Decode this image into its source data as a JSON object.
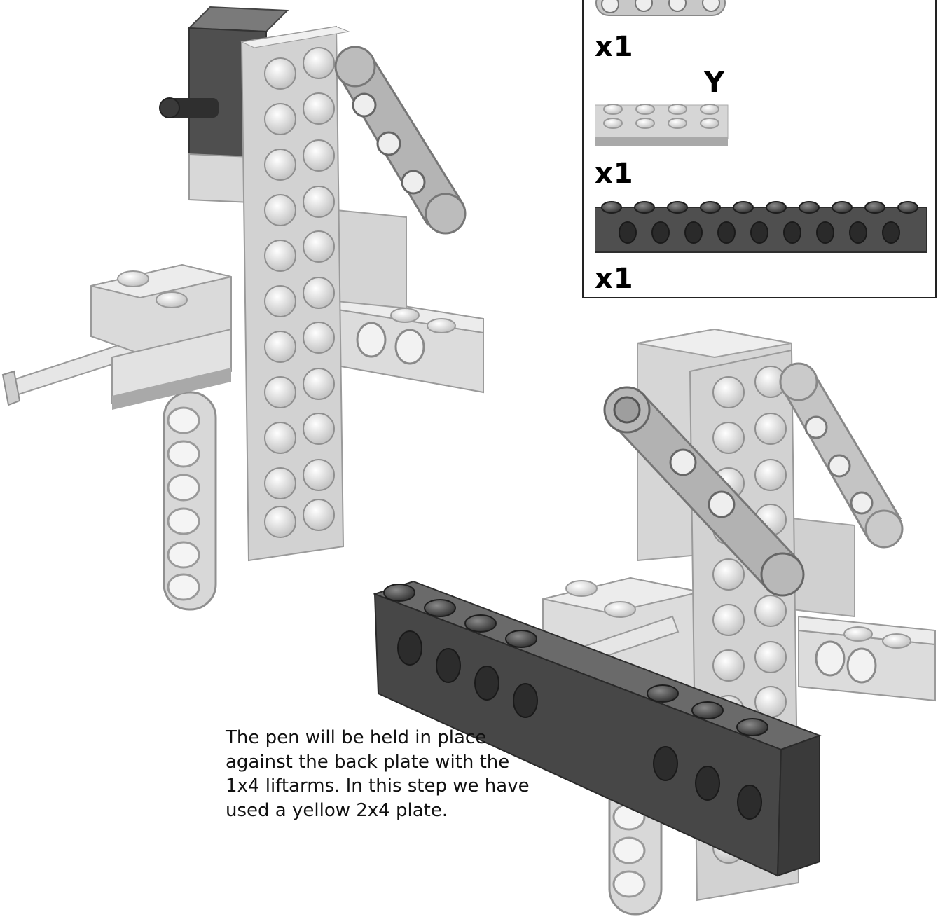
{
  "parts_list": {
    "items": [
      {
        "part": "liftarm",
        "quantity": "x1",
        "color_code": ""
      },
      {
        "part": "2x4-plate",
        "quantity": "x1",
        "color_code": "Y"
      },
      {
        "part": "1x10-technic-brick",
        "quantity": "x1",
        "color_code": ""
      }
    ]
  },
  "caption": {
    "lines": [
      "The pen will be held in place",
      "against the back plate with the",
      "1x4 liftarms. In this step we have",
      "used a yellow 2x4 plate."
    ]
  },
  "colors": {
    "background": "#ffffff",
    "light_part": "#d9d9d9",
    "mid_part": "#a9a9a9",
    "dark_part": "#4a4a4a",
    "box_border": "#222222"
  }
}
